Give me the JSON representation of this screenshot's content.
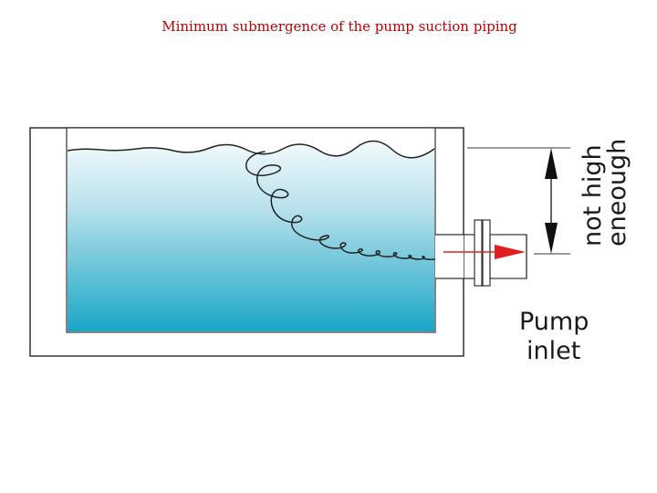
{
  "title": "Minimum submergence of the pump suction piping",
  "labels": {
    "dimension_line1": "not high",
    "dimension_line2": "eneough",
    "inlet_line1": "Pump",
    "inlet_line2": "inlet"
  },
  "colors": {
    "title": "#c00000",
    "water_top": "#eef8fb",
    "water_bottom": "#1aa6c6",
    "flow_arrow": "#e02020",
    "outline": "#222222"
  }
}
